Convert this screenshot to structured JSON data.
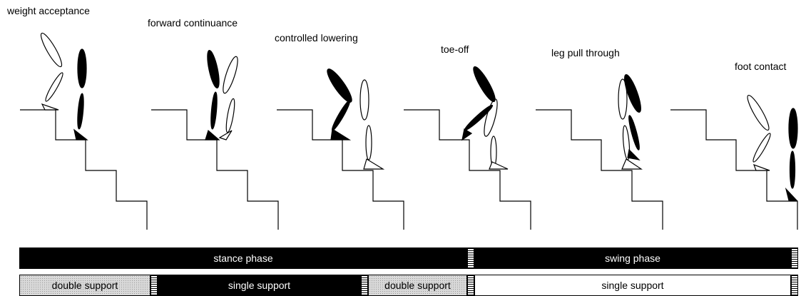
{
  "phase_labels": {
    "p1": "weight acceptance",
    "p2": "forward continuance",
    "p3": "controlled lowering",
    "p4": "toe-off",
    "p5": "leg pull through",
    "p6": "foot contact"
  },
  "phase_bar": {
    "stance": "stance phase",
    "swing": "swing phase"
  },
  "support_bar": {
    "double1": "double support",
    "single1": "single support",
    "double2": "double support",
    "single2": "single support"
  },
  "colors": {
    "leading_leg": "#000000",
    "trailing_leg": "#ffffff",
    "stairs": "#000000",
    "dotted_fill": "#d9d9d9"
  }
}
